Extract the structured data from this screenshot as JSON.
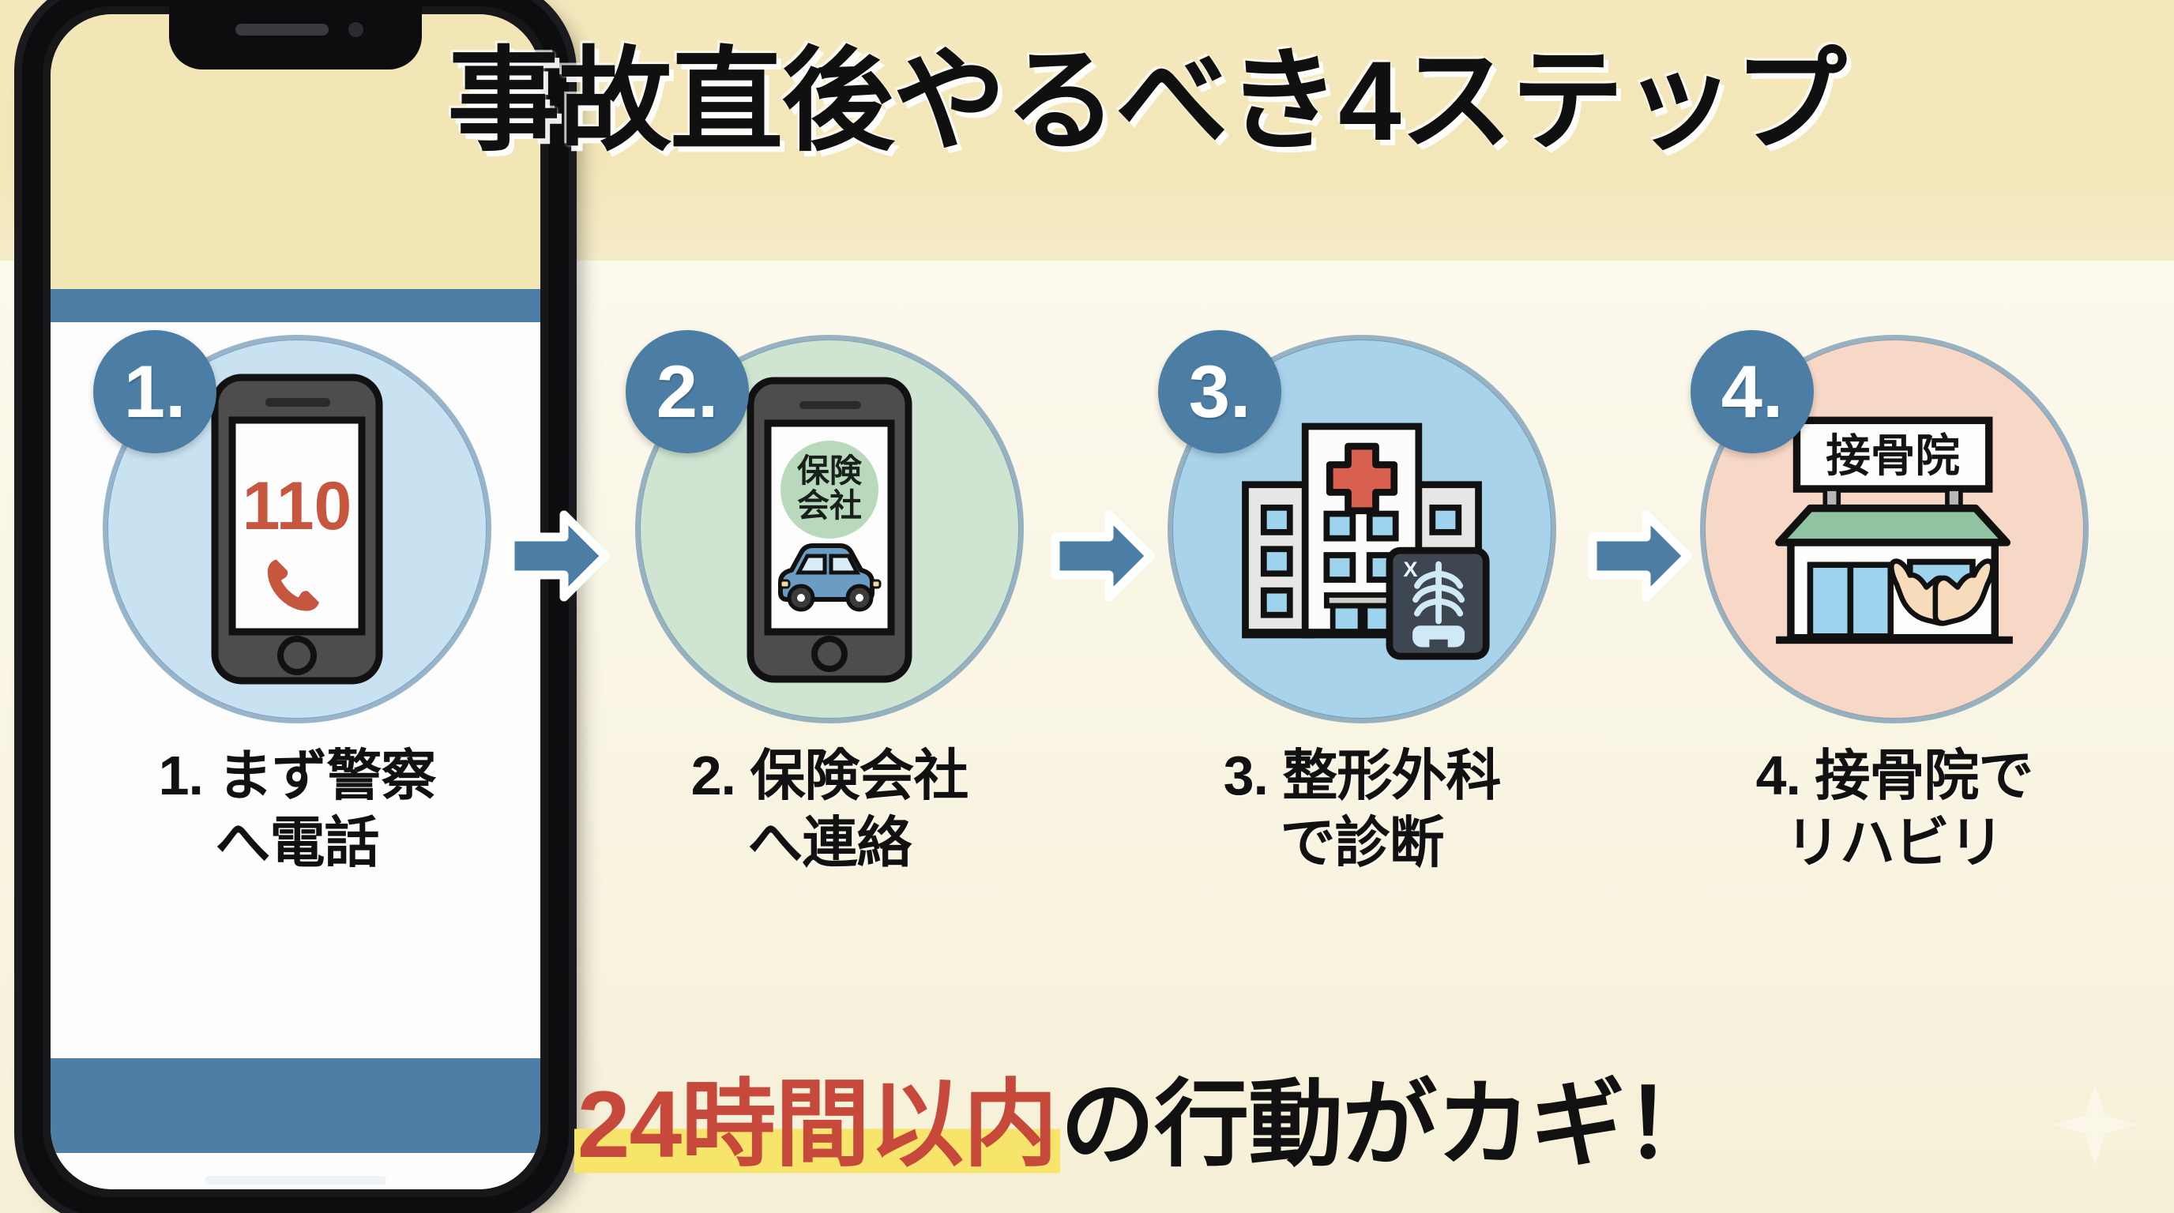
{
  "title": "事故直後やるべき4ステップ",
  "phone_mock": {
    "name": "smartphone-frame"
  },
  "steps": [
    {
      "number": "1.",
      "caption": "1. まず警察\nへ電話",
      "circle_color": "#c8e2f2",
      "icon": "smartphone-110-icon",
      "icon_texts": {
        "dial": "110"
      }
    },
    {
      "number": "2.",
      "caption": "2. 保険会社\nへ連絡",
      "circle_color": "#cfe5d2",
      "icon": "smartphone-insurance-car-icon",
      "icon_texts": {
        "line1": "保険",
        "line2": "会社"
      }
    },
    {
      "number": "3.",
      "caption": "3. 整形外科\nで診断",
      "circle_color": "#a9d3ea",
      "icon": "hospital-xray-icon",
      "icon_texts": {
        "xray": "X"
      }
    },
    {
      "number": "4.",
      "caption": "4. 接骨院で\nリハビリ",
      "circle_color": "#f7d7c6",
      "icon": "clinic-hands-icon",
      "icon_texts": {
        "sign": "接骨院"
      }
    }
  ],
  "arrows": [
    {
      "name": "arrow-step1-to-step2"
    },
    {
      "name": "arrow-step2-to-step3"
    },
    {
      "name": "arrow-step3-to-step4"
    }
  ],
  "bottom_caption": {
    "highlight": "24時間以内",
    "rest": "の行動がカギ！"
  },
  "colors": {
    "accent_blue": "#4c7da4",
    "highlight_yellow": "#f7e46a",
    "red": "#c7493c",
    "title_bg": "#f3e6b8",
    "page_bg": "#faf6e6"
  }
}
